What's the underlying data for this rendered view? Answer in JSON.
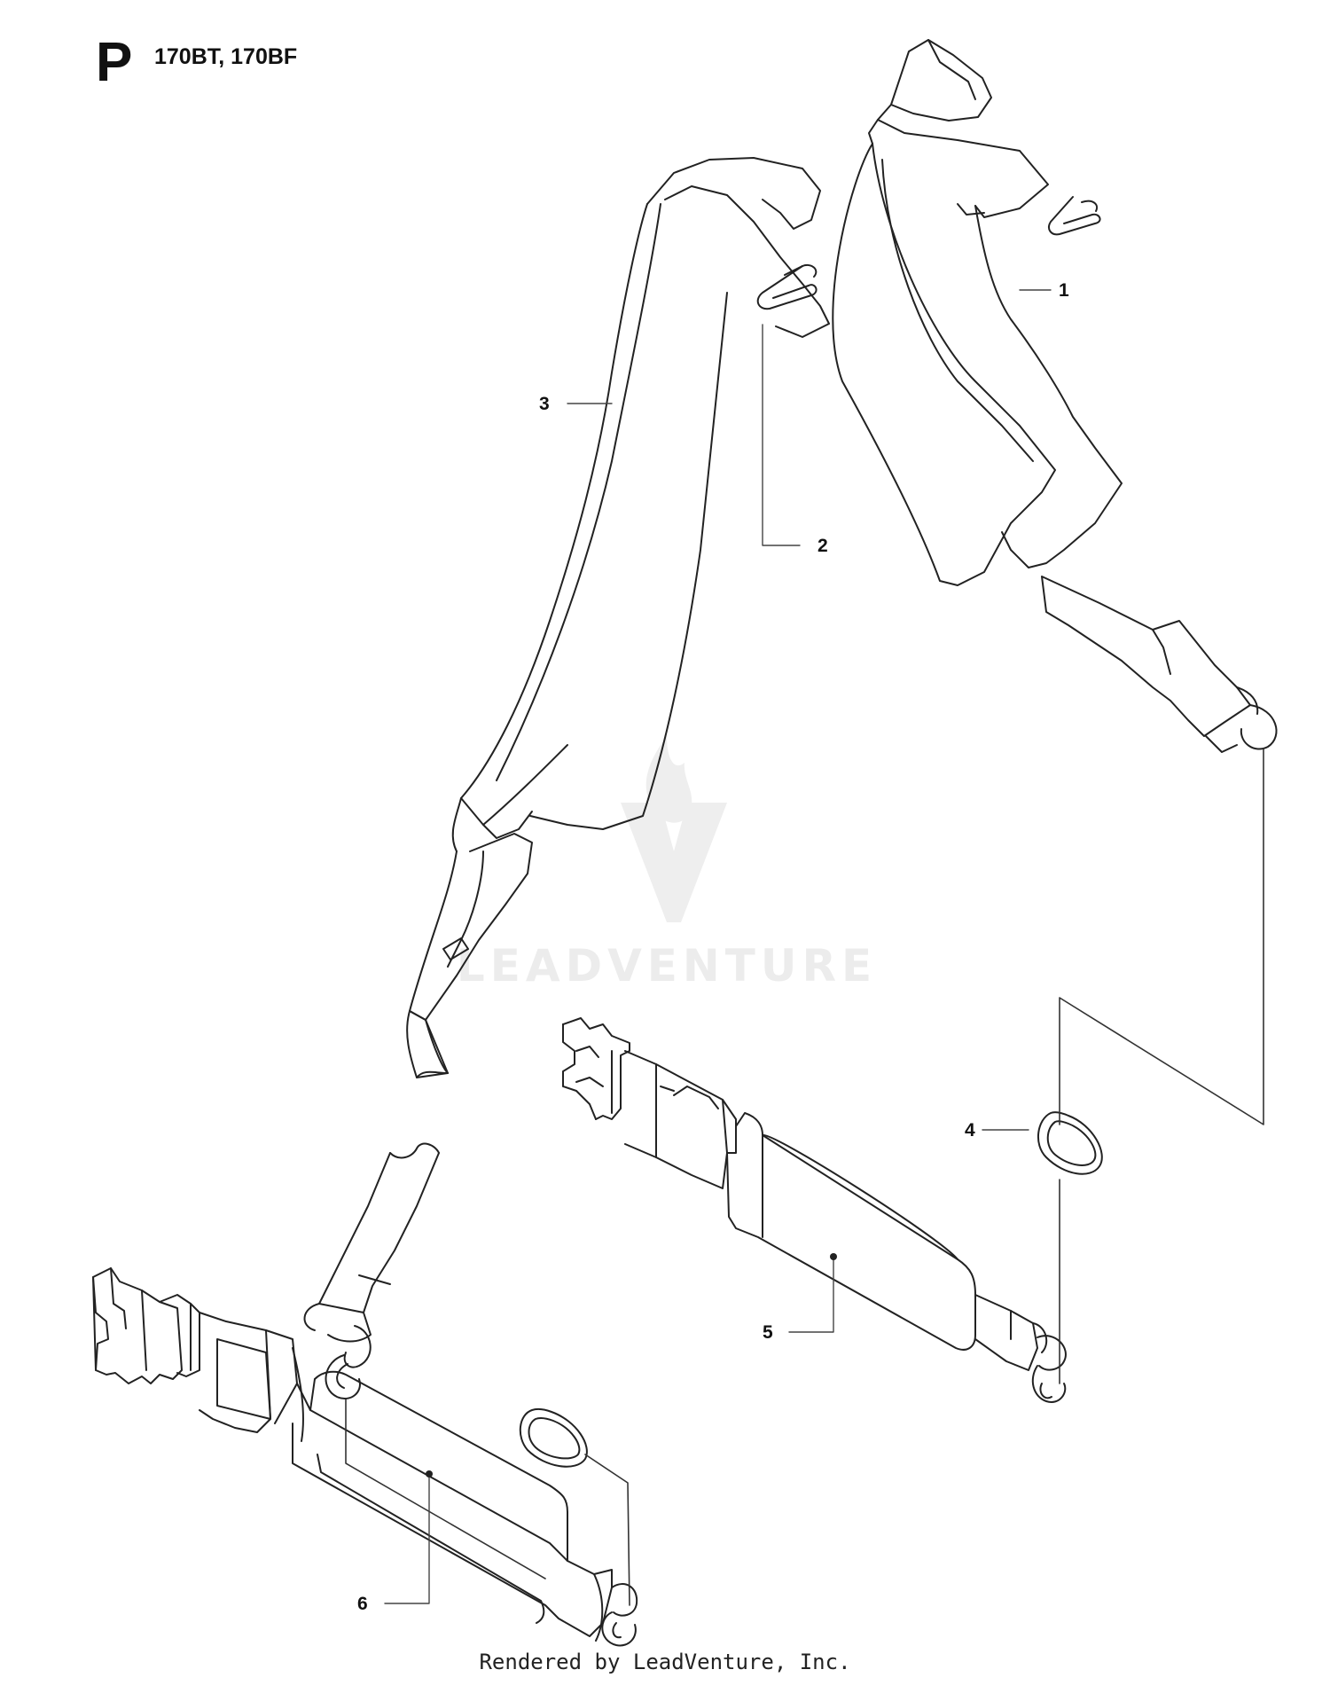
{
  "header": {
    "section_letter": "P",
    "models": "170BT, 170BF"
  },
  "callouts": [
    {
      "id": "callout-1",
      "label": "1"
    },
    {
      "id": "callout-2",
      "label": "2"
    },
    {
      "id": "callout-3",
      "label": "3"
    },
    {
      "id": "callout-4",
      "label": "4"
    },
    {
      "id": "callout-5",
      "label": "5"
    },
    {
      "id": "callout-6",
      "label": "6"
    }
  ],
  "watermark": {
    "text": "LEADVENTURE",
    "icon": "flame-v-logo-icon",
    "color": "#ececec"
  },
  "footer": {
    "text": "Rendered by LeadVenture, Inc."
  },
  "colors": {
    "line": "#222222",
    "leader": "#444444"
  }
}
